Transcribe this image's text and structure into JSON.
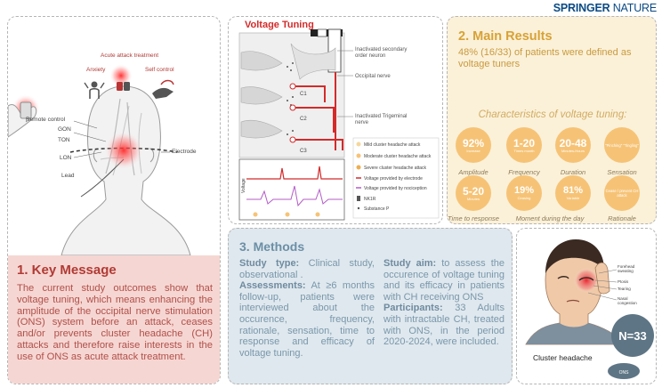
{
  "brand": {
    "name_bold": "SPRINGER",
    "name_light": " NATURE"
  },
  "key_message": {
    "heading": "1.  Key Message",
    "text": "The current study outcomes show that voltage tuning, which means enhancing the amplitude of the occipital nerve stimulation (ONS) system before an attack, ceases and/or prevents cluster headache (CH) attacks and therefore raise interests in the use of ONS as acute attack treatment."
  },
  "illustration": {
    "acute_title": "Acute attack treatment",
    "anxiety": "Anxiety",
    "self_control": "Self control",
    "remote": "Remote control",
    "gon": "GON",
    "ton": "TON",
    "lon": "LON",
    "lead": "Lead",
    "electrode": "Electrode"
  },
  "voltage_tuning": {
    "title": "Voltage Tuning",
    "secondary_neuron": "Inactivated secondary order neuron",
    "occipital": "Occipital nerve",
    "trigeminal": "Inactivated Trigeminal nerve",
    "c1": "C1",
    "c2": "C2",
    "c3": "C3",
    "ylabel": "Voltage",
    "legend": [
      "Mild cluster headache attack",
      "Moderate cluster headache attack",
      "Severe cluster headache attack",
      "Voltage provided by electrode",
      "Voltage provided by nociception",
      "NK1R",
      "Substance P"
    ]
  },
  "results": {
    "heading": "2. Main Results",
    "text": "48% (16/33) of patients were defined as voltage tuners",
    "char_title": "Characteristics of  voltage tuning:",
    "items": [
      {
        "value": "92%",
        "sub": "Increase",
        "label": "Amplitude"
      },
      {
        "value": "1-20",
        "sub": "Times month",
        "label": "Frequency"
      },
      {
        "value": "20-48",
        "sub": "Minutes-Hours",
        "label": "Duration"
      },
      {
        "value": "\"Pinching\" \"Tingling\"",
        "sub": "",
        "label": "Sensation"
      },
      {
        "value": "5-20",
        "sub": "Minutes",
        "label": "Time to response"
      },
      {
        "value": "19%",
        "sub": "Ceasing",
        "label": "Moment during the day"
      },
      {
        "value": "81%",
        "sub": "Variable",
        "label": ""
      },
      {
        "value": "Cease / prevent CH attack",
        "sub": "",
        "label": "Rationale"
      }
    ]
  },
  "methods": {
    "heading": "3. Methods",
    "study_type_label": "Study type:",
    "study_type": " Clinical study, observational .",
    "assess_label": "Assessments:",
    "assess": " At ≥6 months follow-up, patients were interviewed about the occurence, frequency, rationale, sensation, time to response and efficacy of voltage tuning.",
    "aim_label": "Study aim:",
    "aim": " to assess the occurence of voltage tuning and its efficacy in patients with CH receiving ONS",
    "participants_label": "Participants:",
    "participants": " 33 Adults with intractable CH, treated with ONS, in the period 2020-2024, were included."
  },
  "cluster": {
    "forehead": "Forehead sweating",
    "ptosis": "Ptosis",
    "tearing": "Tearing",
    "nasal": "Nasal congestion",
    "n": "N=33",
    "caption": "Cluster headache",
    "ons": "ONS"
  },
  "colors": {
    "key_bg": "#f6d6d2",
    "key_text": "#b03a35",
    "results_bg": "#fbf1d9",
    "results_accent": "#d7a236",
    "circle": "#f6c376",
    "methods_bg": "#dfe8ee",
    "methods_text": "#6b8fa6",
    "voltage_red": "#d42a2a",
    "nociception": "#b45cc7"
  }
}
